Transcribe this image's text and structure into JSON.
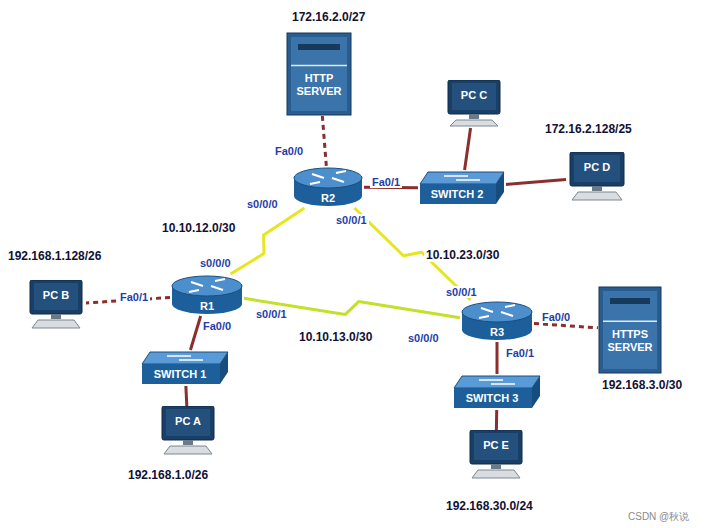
{
  "diagram": {
    "nodes": [
      {
        "text": [
          "HTTP SERVER"
        ]
      },
      {
        "text": [
          "PC C"
        ]
      },
      {
        "text": [
          "R2"
        ]
      },
      {
        "text": [
          "SWITCH 2"
        ]
      },
      {
        "text": [
          "PC D"
        ]
      },
      {
        "text": [
          "PC B"
        ]
      },
      {
        "text": [
          "R1"
        ]
      },
      {
        "text": [
          "R3"
        ]
      },
      {
        "text": [
          "HTTPS SERVER"
        ]
      },
      {
        "text": [
          "SWITCH 1"
        ]
      },
      {
        "text": [
          "SWITCH 3"
        ]
      },
      {
        "text": [
          "PC A"
        ]
      },
      {
        "text": [
          "PC E"
        ]
      }
    ],
    "edges": [
      {
        "from": 0,
        "to": 2,
        "arrow": "none"
      },
      {
        "from": 2,
        "to": 3,
        "arrow": "none"
      },
      {
        "from": 3,
        "to": 1,
        "arrow": "none"
      },
      {
        "from": 3,
        "to": 4,
        "arrow": "none"
      },
      {
        "from": 6,
        "to": 2,
        "arrow": "none"
      },
      {
        "from": 2,
        "to": 7,
        "arrow": "none"
      },
      {
        "from": 6,
        "to": 7,
        "arrow": "none"
      },
      {
        "from": 6,
        "to": 5,
        "arrow": "none"
      },
      {
        "from": 6,
        "to": 9,
        "arrow": "none"
      },
      {
        "from": 9,
        "to": 11,
        "arrow": "none"
      },
      {
        "from": 7,
        "to": 8,
        "arrow": "none"
      },
      {
        "from": 7,
        "to": 10,
        "arrow": "none"
      },
      {
        "from": 10,
        "to": 12,
        "arrow": "none"
      }
    ],
    "labels": [
      "172.16.2.0/27",
      "Fa0/0",
      "Fa0/1",
      "s0/0/0",
      "s0/0/1",
      "172.16.2.128/25",
      "10.10.12.0/30",
      "10.10.23.0/30",
      "192.168.1.128/26",
      "Fa0/1",
      "s0/0/0",
      "s0/0/1",
      "Fa0/0",
      "10.10.13.0/30",
      "s0/0/1",
      "s0/0/0",
      "Fa0/0",
      "Fa0/1",
      "192.168.3.0/30",
      "192.168.1.0/26",
      "192.168.30.0/24",
      "CSDN @秋说"
    ]
  }
}
